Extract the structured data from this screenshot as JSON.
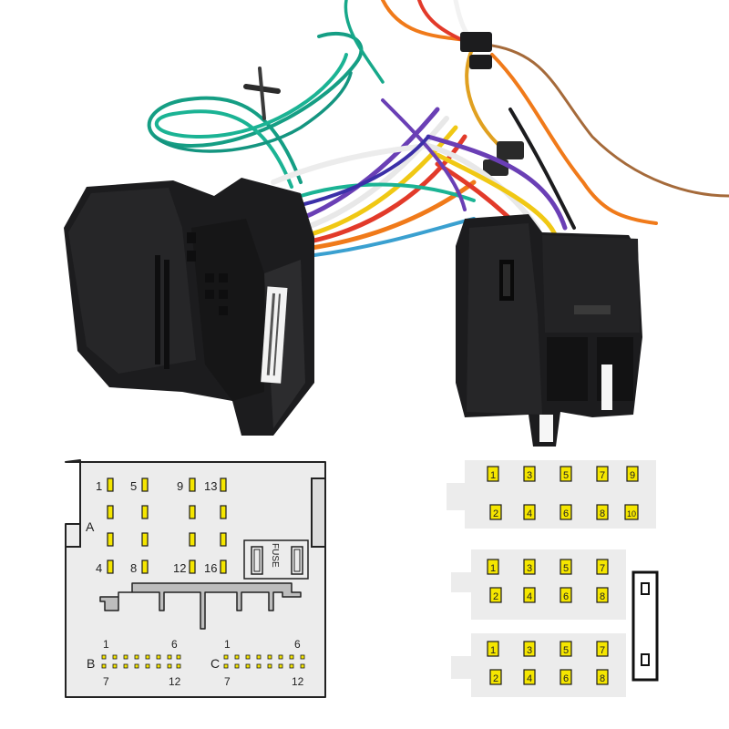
{
  "left_diagram": {
    "top_numbers": [
      "1",
      "5",
      "9",
      "13"
    ],
    "bottom_numbers": [
      "4",
      "8",
      "12",
      "16"
    ],
    "section_a": "A",
    "section_b": "B",
    "section_c": "C",
    "fuse_label": "FUSE",
    "b_top_left": "1",
    "b_top_right": "6",
    "b_bottom_left": "7",
    "b_bottom_right": "12",
    "c_top_left": "1",
    "c_top_right": "6",
    "c_bottom_left": "7",
    "c_bottom_right": "12"
  },
  "right_diagrams": {
    "block1_top": [
      "1",
      "3",
      "5",
      "7",
      "9"
    ],
    "block1_bottom": [
      "2",
      "4",
      "6",
      "8",
      "10"
    ],
    "block2_top": [
      "1",
      "3",
      "5",
      "7"
    ],
    "block2_bottom": [
      "2",
      "4",
      "6",
      "8"
    ],
    "block3_top": [
      "1",
      "3",
      "5",
      "7"
    ],
    "block3_bottom": [
      "2",
      "4",
      "6",
      "8"
    ]
  },
  "colors": {
    "pin_fill": "#f5e600",
    "connector_body": "#1c1c1e",
    "diagram_panel": "#ececec"
  }
}
